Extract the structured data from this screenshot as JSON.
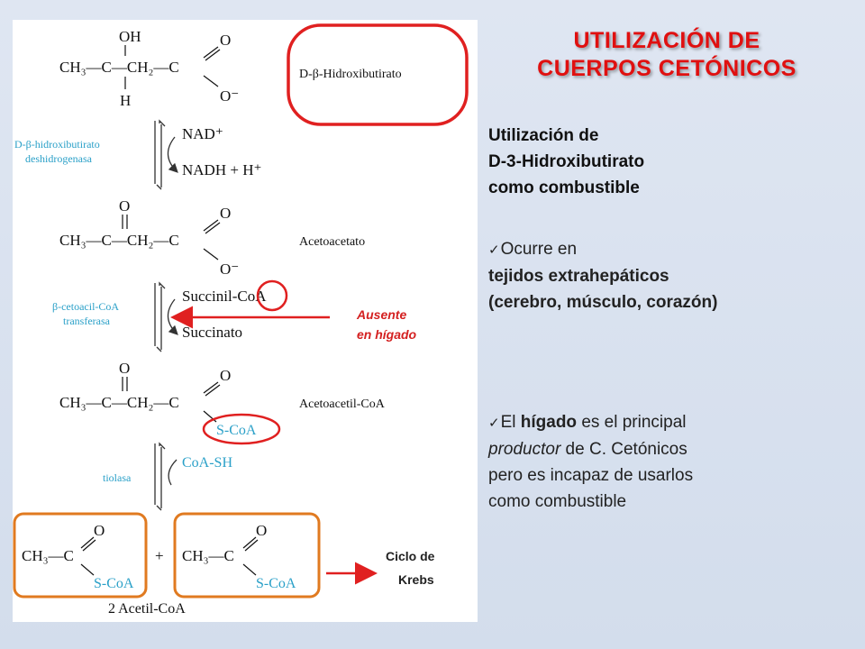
{
  "title": {
    "line1": "UTILIZACIÓN DE",
    "line2": "CUERPOS  CETÓNICOS"
  },
  "subtitle": {
    "line1": "Utilización de",
    "line2": "D-3-Hidroxibutirato",
    "line3": "como combustible"
  },
  "bullet1": {
    "check": "✓",
    "line1": "Ocurre en",
    "line2": " tejidos extrahepáticos",
    "line3": "(cerebro, músculo, corazón)"
  },
  "bullet2": {
    "check": "✓",
    "line1_pre": "El ",
    "line1_bold": "hígado",
    "line1_post": " es el principal",
    "line2_italic": "productor",
    "line2_post": " de C. Cetónicos",
    "line3": "pero es incapaz de usarlos",
    "line4": "como combustible"
  },
  "diagram": {
    "hydroxybutyrate": {
      "oh": "OH",
      "left": "CH₃—C—CH₂—C",
      "h": "H",
      "o_top": "O",
      "o_bot": "O⁻",
      "name": "D-β-Hidroxibutirato"
    },
    "step1": {
      "enzyme1": "D-β-hidroxibutirato",
      "enzyme2": "deshidrogenasa",
      "cof_in": "NAD⁺",
      "cof_out": "NADH + H⁺"
    },
    "acetoacetate": {
      "o_keto": "O",
      "left": "CH₃—C—CH₂—C",
      "o_top": "O",
      "o_bot": "O⁻",
      "name": "Acetoacetato"
    },
    "step2": {
      "enzyme1": "β-cetoacil-CoA",
      "enzyme2": "transferasa",
      "cof_in": "Succinil-CoA",
      "cof_out": "Succinato",
      "note1": "Ausente",
      "note2": "en hígado"
    },
    "acetoacetylcoa": {
      "o_keto": "O",
      "left": "CH₃—C—CH₂—C",
      "o_top": "O",
      "scoa": "S-CoA",
      "name": "Acetoacetil-CoA"
    },
    "step3": {
      "enzyme": "tiolasa",
      "cof_in": "CoA-SH"
    },
    "products": {
      "acetyl1_left": "CH₃—C",
      "acetyl1_o": "O",
      "acetyl1_scoa": "S-CoA",
      "plus": "+",
      "acetyl2_left": "CH₃—C",
      "acetyl2_o": "O",
      "acetyl2_scoa": "S-CoA",
      "name": "2 Acetil-CoA",
      "krebs1": "Ciclo de",
      "krebs2": "Krebs"
    }
  },
  "colors": {
    "title": "#e01010",
    "highlight_red": "#e02020",
    "highlight_orange": "#e07a20",
    "enzyme_cyan": "#2aa0c8",
    "background": "#d8e1ee"
  }
}
